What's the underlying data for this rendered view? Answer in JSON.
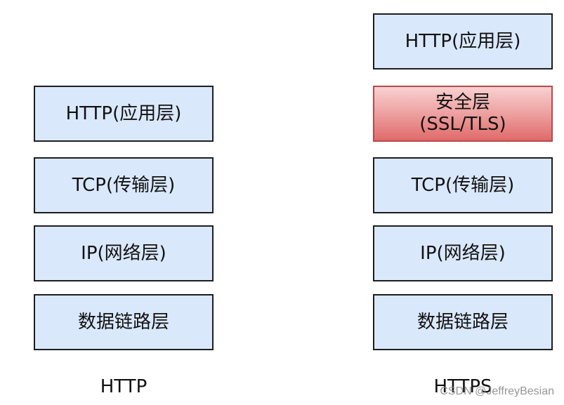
{
  "http_stack": {
    "layers": [
      {
        "label": "HTTP(应用层)"
      },
      {
        "label": "TCP(传输层)"
      },
      {
        "label": "IP(网络层)"
      },
      {
        "label": "数据链路层"
      }
    ],
    "caption": "HTTP"
  },
  "https_stack": {
    "layers": [
      {
        "label": "HTTP(应用层)"
      },
      {
        "label": "安全层\n(SSL/TLS)"
      },
      {
        "label": "TCP(传输层)"
      },
      {
        "label": "IP(网络层)"
      },
      {
        "label": "数据链路层"
      }
    ],
    "caption": "HTTPS"
  },
  "watermark": "CSDN @JeffreyBesian",
  "colors": {
    "layer_fill": "#dae8fc",
    "layer_border": "#1e1e1e",
    "secure_fill_top": "#f8d1d1",
    "secure_fill_bottom": "#e06a6a",
    "secure_border": "#b94a4a"
  }
}
